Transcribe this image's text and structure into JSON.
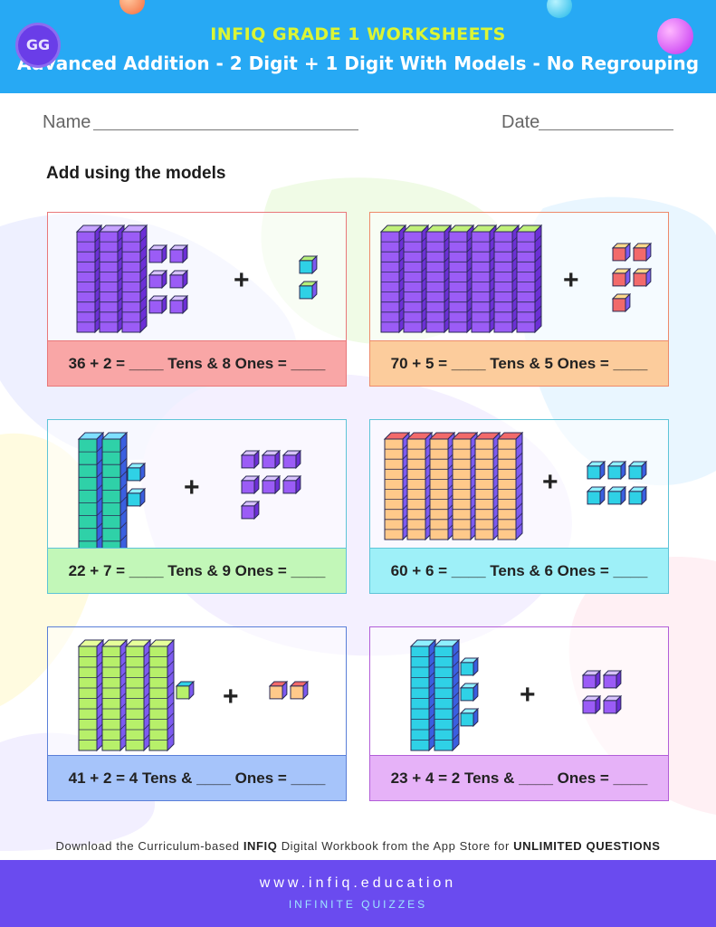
{
  "header": {
    "title": "INFIQ GRADE 1 WORKSHEETS",
    "subtitle": "Advanced Addition - 2 Digit + 1 Digit With Models - No Regrouping",
    "logo_text": "GG",
    "bg_color": "#27a9f4",
    "title_color": "#dcf534"
  },
  "form": {
    "name_label": "Name",
    "date_label": "Date"
  },
  "instruction": "Add using the models",
  "problems": [
    {
      "equation": "36 + 2 = ____ Tens & 8 Ones  = ____",
      "tens": 3,
      "ones": 6,
      "added_ones": 2,
      "border": "#e9787a",
      "footer_bg": "#f9a6a6",
      "rod_front": "#9b5cf6",
      "rod_side": "#6c2fd6",
      "rod_top": "#c7a4ff",
      "cube_front": "#9b5cf6",
      "cube_side": "#6c2fd6",
      "cube_top": "#d8c2ff",
      "add_front": "#2fd1e6",
      "add_side": "#7c5af0",
      "add_top": "#b6f07a"
    },
    {
      "equation": "70 + 5 = ____ Tens & 5 Ones  = ____",
      "tens": 7,
      "ones": 0,
      "added_ones": 5,
      "border": "#ee8a6a",
      "footer_bg": "#fccc9c",
      "rod_front": "#9b5cf6",
      "rod_side": "#6c2fd6",
      "rod_top": "#c0f07a",
      "cube_front": "#f26a6a",
      "cube_side": "#7c5af0",
      "cube_top": "#ffd98a",
      "add_front": "#f26a6a",
      "add_side": "#7c5af0",
      "add_top": "#ffd98a"
    },
    {
      "equation": "22 + 7 = ____ Tens & 9 Ones  = ____",
      "tens": 2,
      "ones": 2,
      "added_ones": 7,
      "border": "#5ec4d8",
      "footer_bg": "#c2f7b8",
      "rod_front": "#2fd1a8",
      "rod_side": "#3a5fe0",
      "rod_top": "#7fe0ff",
      "cube_front": "#2fd1e6",
      "cube_side": "#3a5fe0",
      "cube_top": "#8ff0ff",
      "add_front": "#9b5cf6",
      "add_side": "#6c2fd6",
      "add_top": "#d8c2ff"
    },
    {
      "equation": "60 + 6 = ____ Tens & 6 Ones  = ____",
      "tens": 6,
      "ones": 0,
      "added_ones": 6,
      "border": "#5ec4d8",
      "footer_bg": "#9ef0f8",
      "rod_front": "#ffc98a",
      "rod_side": "#7c5af0",
      "rod_top": "#f26a6a",
      "cube_front": "#2fd1e6",
      "cube_side": "#3a5fe0",
      "cube_top": "#8ff0ff",
      "add_front": "#2fd1e6",
      "add_side": "#3a5fe0",
      "add_top": "#8ff0ff"
    },
    {
      "equation": "41 + 2 = 4 Tens & ____ Ones = ____",
      "tens": 4,
      "ones": 1,
      "added_ones": 2,
      "border": "#5a7fd8",
      "footer_bg": "#a6c4fa",
      "rod_front": "#b7f06a",
      "rod_side": "#7c5af0",
      "rod_top": "#e6ff9a",
      "cube_front": "#b7f06a",
      "cube_side": "#7c5af0",
      "cube_top": "#2fd1e6",
      "add_front": "#ffc98a",
      "add_side": "#7c5af0",
      "add_top": "#f26a6a"
    },
    {
      "equation": "23 + 4 = 2 Tens & ____ Ones = ____",
      "tens": 2,
      "ones": 3,
      "added_ones": 4,
      "border": "#b25ed8",
      "footer_bg": "#e6b2f8",
      "rod_front": "#2fd1e6",
      "rod_side": "#3a5fe0",
      "rod_top": "#8ff0ff",
      "cube_front": "#2fd1e6",
      "cube_side": "#3a5fe0",
      "cube_top": "#8ff0ff",
      "add_front": "#9b5cf6",
      "add_side": "#6c2fd6",
      "add_top": "#d8c2ff"
    }
  ],
  "plus_sign": "+",
  "footer": {
    "download_pre": "Download the Curriculum-based ",
    "download_brand": "INFIQ",
    "download_mid": " Digital Workbook from the App Store for ",
    "download_end": "UNLIMITED QUESTIONS",
    "url": "www.infiq.education",
    "tagline": "INFINITE QUIZZES",
    "bg_color": "#6a4bef"
  }
}
